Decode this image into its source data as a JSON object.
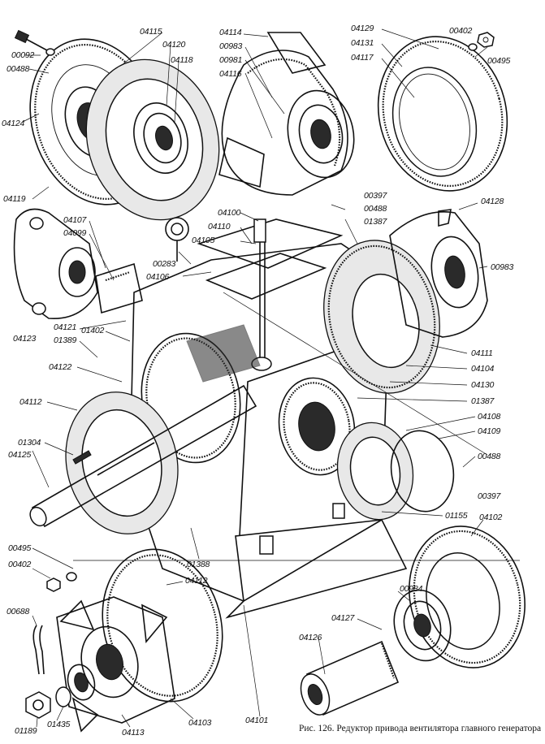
{
  "caption": "Рис. 126. Редуктор привода вентилятора главного генератора",
  "callouts": [
    {
      "id": "c00092",
      "text": "00092"
    },
    {
      "id": "c00488a",
      "text": "00488"
    },
    {
      "id": "c04124",
      "text": "04124"
    },
    {
      "id": "c04119",
      "text": "04119"
    },
    {
      "id": "c04115",
      "text": "04115"
    },
    {
      "id": "c04120",
      "text": "04120"
    },
    {
      "id": "c04118",
      "text": "04118"
    },
    {
      "id": "c04114",
      "text": "04114"
    },
    {
      "id": "c00983a",
      "text": "00983"
    },
    {
      "id": "c00981",
      "text": "00981"
    },
    {
      "id": "c04116",
      "text": "04116"
    },
    {
      "id": "c04129",
      "text": "04129"
    },
    {
      "id": "c04131",
      "text": "04131"
    },
    {
      "id": "c04117",
      "text": "04117"
    },
    {
      "id": "c00402a",
      "text": "00402"
    },
    {
      "id": "c00495a",
      "text": "00495"
    },
    {
      "id": "c00397a",
      "text": "00397"
    },
    {
      "id": "c00488b",
      "text": "00488"
    },
    {
      "id": "c01387a",
      "text": "01387"
    },
    {
      "id": "c04128",
      "text": "04128"
    },
    {
      "id": "c00983b",
      "text": "00983"
    },
    {
      "id": "c04100",
      "text": "04100"
    },
    {
      "id": "c04110",
      "text": "04110"
    },
    {
      "id": "c04105",
      "text": "04105"
    },
    {
      "id": "c04107",
      "text": "04107"
    },
    {
      "id": "c04099",
      "text": "04099"
    },
    {
      "id": "c00283",
      "text": "00283"
    },
    {
      "id": "c04106",
      "text": "04106"
    },
    {
      "id": "c04123",
      "text": "04123"
    },
    {
      "id": "c04121",
      "text": "04121"
    },
    {
      "id": "c01389",
      "text": "01389"
    },
    {
      "id": "c01402",
      "text": "01402"
    },
    {
      "id": "c04122",
      "text": "04122"
    },
    {
      "id": "c04111",
      "text": "04111"
    },
    {
      "id": "c04104",
      "text": "04104"
    },
    {
      "id": "c04130",
      "text": "04130"
    },
    {
      "id": "c01387b",
      "text": "01387"
    },
    {
      "id": "c04108",
      "text": "04108"
    },
    {
      "id": "c04109",
      "text": "04109"
    },
    {
      "id": "c00488c",
      "text": "00488"
    },
    {
      "id": "c00397b",
      "text": "00397"
    },
    {
      "id": "c04112a",
      "text": "04112"
    },
    {
      "id": "c01304",
      "text": "01304"
    },
    {
      "id": "c04125",
      "text": "04125"
    },
    {
      "id": "c01155",
      "text": "01155"
    },
    {
      "id": "c04102",
      "text": "04102"
    },
    {
      "id": "c01388",
      "text": "01388"
    },
    {
      "id": "c00495b",
      "text": "00495"
    },
    {
      "id": "c00402b",
      "text": "00402"
    },
    {
      "id": "c04112b",
      "text": "04112"
    },
    {
      "id": "c00984",
      "text": "00984"
    },
    {
      "id": "c00688",
      "text": "00688"
    },
    {
      "id": "c04127",
      "text": "04127"
    },
    {
      "id": "c04126",
      "text": "04126"
    },
    {
      "id": "c04101",
      "text": "04101"
    },
    {
      "id": "c04103",
      "text": "04103"
    },
    {
      "id": "c01189",
      "text": "01189"
    },
    {
      "id": "c01435",
      "text": "01435"
    },
    {
      "id": "c04113",
      "text": "04113"
    }
  ]
}
